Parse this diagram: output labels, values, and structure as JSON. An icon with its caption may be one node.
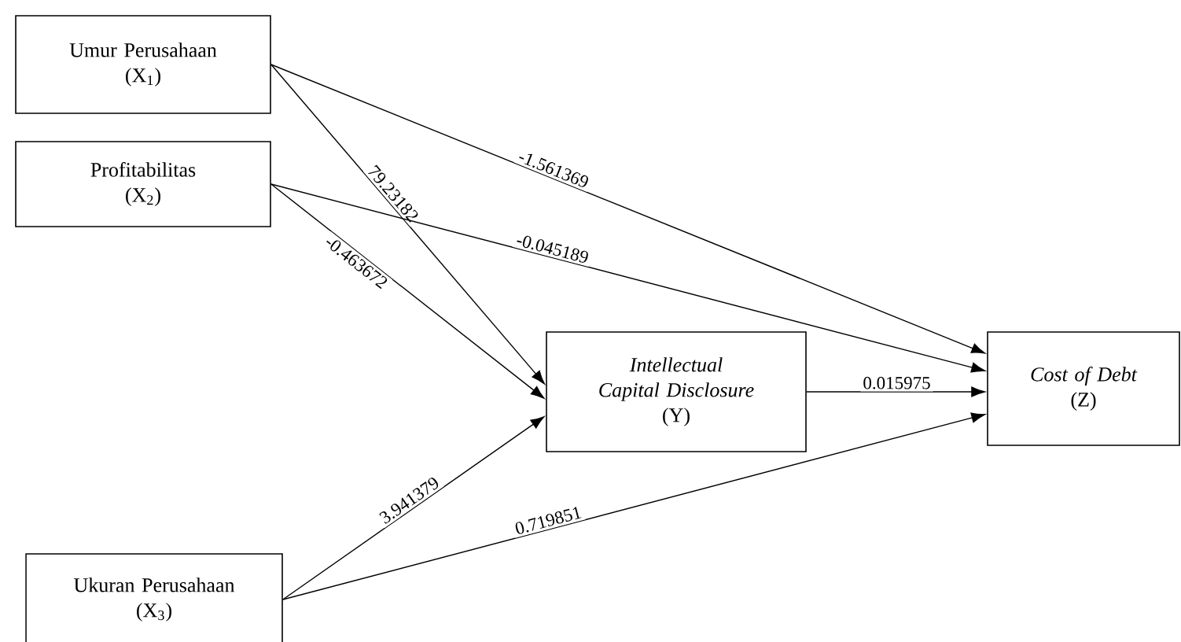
{
  "diagram": {
    "nodes": [
      {
        "text": [
          "Umur Perusahaan",
          "(X$_{1}$)"
        ]
      },
      {
        "text": [
          "Profitabilitas",
          "(X$_{2}$)"
        ]
      },
      {
        "text": [
          "Intellectual Capital Disclosure",
          "(Y)"
        ]
      },
      {
        "text": [
          "Cost of Debt",
          "(Z)"
        ]
      },
      {
        "text": [
          "Ukuran Perusahaan",
          "(X$_{3}$)"
        ]
      }
    ],
    "edges": [
      {
        "from": 0,
        "to": 2,
        "arrow": "to",
        "label": "79.23182"
      },
      {
        "from": 0,
        "to": 3,
        "arrow": "to",
        "label": "-1.561369"
      },
      {
        "from": 1,
        "to": 2,
        "arrow": "to",
        "label": "-0.463672"
      },
      {
        "from": 1,
        "to": 3,
        "arrow": "to",
        "label": "-0.045189"
      },
      {
        "from": 2,
        "to": 3,
        "arrow": "to",
        "label": "0.015975"
      },
      {
        "from": 4,
        "to": 2,
        "arrow": "to",
        "label": "3.941379"
      },
      {
        "from": 4,
        "to": 3,
        "arrow": "to",
        "label": "0.719851"
      }
    ]
  }
}
